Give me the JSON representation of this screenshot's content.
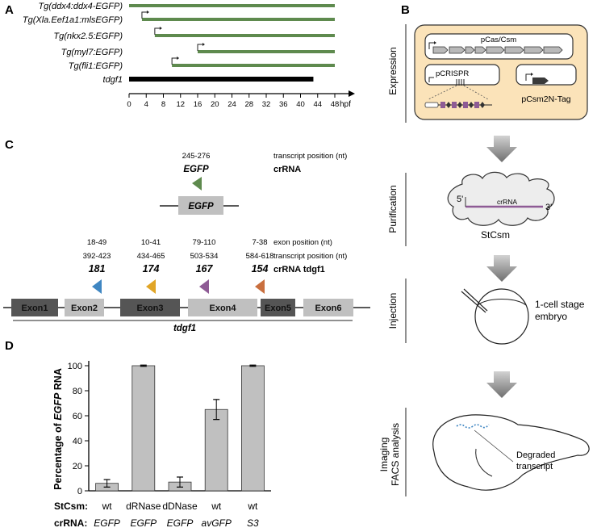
{
  "panels": {
    "A": "A",
    "B": "B",
    "C": "C",
    "D": "D"
  },
  "panel_a": {
    "unit": "hpf",
    "ticks": [
      "0",
      "4",
      "8",
      "12",
      "16",
      "20",
      "24",
      "28",
      "32",
      "36",
      "40",
      "44",
      "48"
    ],
    "tracks": [
      {
        "label": "Tg(ddx4:ddx4-EGFP)",
        "start": 0,
        "end": 48,
        "promoter": false
      },
      {
        "label": "Tg(Xla.Eef1a1:mlsEGFP)",
        "start": 3,
        "end": 48,
        "promoter": true
      },
      {
        "label": "Tg(nkx2.5:EGFP)",
        "start": 6,
        "end": 48,
        "promoter": true
      },
      {
        "label": "Tg(myl7:EGFP)",
        "start": 16,
        "end": 48,
        "promoter": true
      },
      {
        "label": "Tg(fli1:EGFP)",
        "start": 10,
        "end": 48,
        "promoter": true
      },
      {
        "label": "tdgf1",
        "start": 0,
        "end": 43,
        "promoter": false
      }
    ]
  },
  "panel_b": {
    "steps": [
      "Expression",
      "Purification",
      "Injection"
    ],
    "imaging_lines": [
      "Imaging",
      "FACS analysis"
    ],
    "pcas": "pCas/Csm",
    "pcrispr": "pCRISPR",
    "pcsm": "pCsm2N-Tag",
    "five_prime": "5'",
    "three_prime": "3'",
    "crrna": "crRNA",
    "stcsm": "StCsm",
    "embryo_lines": [
      "1-cell stage",
      "embryo"
    ],
    "degraded_lines": [
      "Degraded",
      "transcript"
    ]
  },
  "panel_c": {
    "egfp_pos": "245-276",
    "egfp_crrna": "EGFP",
    "egfp_box": "EGFP",
    "legend_top": [
      "transcript position (nt)",
      "crRNA"
    ],
    "legend_bottom": [
      "exon position (nt)",
      "transcript position (nt)",
      "crRNA tdgf1"
    ],
    "gene_label": "tdgf1",
    "crrnas": [
      {
        "exon_pos": "18-49",
        "tx_pos": "392-423",
        "name": "181",
        "color": "#3f86c2"
      },
      {
        "exon_pos": "10-41",
        "tx_pos": "434-465",
        "name": "174",
        "color": "#e1a526"
      },
      {
        "exon_pos": "79-110",
        "tx_pos": "503-534",
        "name": "167",
        "color": "#8e5b95"
      },
      {
        "exon_pos": "7-38",
        "tx_pos": "584-618",
        "name": "154",
        "color": "#c96f3e"
      }
    ],
    "exons": [
      "Exon1",
      "Exon2",
      "Exon3",
      "Exon4",
      "Exon5",
      "Exon6"
    ]
  },
  "chart_data": {
    "type": "bar",
    "ylabel": "Percentage of EGFP RNA",
    "ylim": [
      0,
      100
    ],
    "yticks": [
      0,
      20,
      40,
      60,
      80,
      100
    ],
    "row_labels": [
      "StCsm:",
      "crRNA:"
    ],
    "categories": [
      {
        "stcsm": "wt",
        "crrna": "EGFP"
      },
      {
        "stcsm": "dRNase",
        "crrna": "EGFP"
      },
      {
        "stcsm": "dDNase",
        "crrna": "EGFP"
      },
      {
        "stcsm": "wt",
        "crrna": "avGFP"
      },
      {
        "stcsm": "wt",
        "crrna": "S3"
      }
    ],
    "values": [
      6,
      100,
      7,
      65,
      100
    ],
    "errors": [
      3,
      0.5,
      4,
      8,
      0.5
    ],
    "bar_color": "#c0c0c0"
  }
}
